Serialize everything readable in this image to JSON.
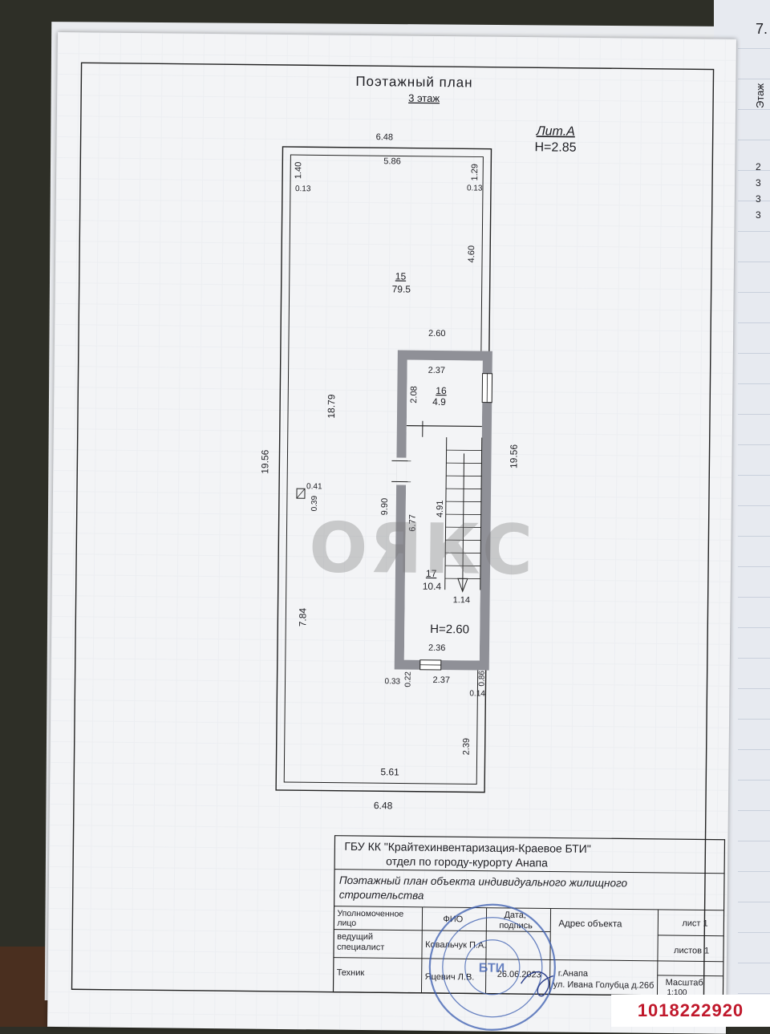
{
  "plan": {
    "title": "Поэтажный план",
    "floor": "3 этаж",
    "liter": "Лит.А",
    "height_main": "H=2.85",
    "height_stair": "H=2.60"
  },
  "dimensions": {
    "outer_top": "6.48",
    "inner_top": "5.86",
    "left_small_top": "1.40",
    "left_tiny": "0.13",
    "right_small_top": "1.29",
    "right_tiny": "0.13",
    "right_upper": "4.60",
    "stair_top": "2.60",
    "room16_width": "2.37",
    "room16_height": "2.08",
    "outer_left": "19.56",
    "inner_left_upper": "18.79",
    "inner_left_lower": "7.84",
    "outer_right": "19.56",
    "niche_w": "0.41",
    "niche_h": "0.39",
    "stair_left": "9.90",
    "stair_inner_left": "6.77",
    "stair_flight": "4.91",
    "stair_step": "1.14",
    "stair_bottom_inner": "2.36",
    "stair_bottom_outer": "2.37",
    "stair_wall_left": "0.33",
    "stair_wall_left2": "0.22",
    "stair_wall_right": "0.86",
    "stair_wall_right2": "0.14",
    "right_lower": "2.39",
    "inner_bottom": "5.61",
    "outer_bottom": "6.48"
  },
  "rooms": [
    {
      "number": "15",
      "area": "79.5"
    },
    {
      "number": "16",
      "area": "4.9"
    },
    {
      "number": "17",
      "area": "10.4"
    }
  ],
  "watermark": "ОЯКС",
  "title_block": {
    "org_line1": "ГБУ КК \"Крайтехинвентаризация-Краевое БТИ\"",
    "org_line2": "отдел по городу-курорту Анапа",
    "doc_line1": "Поэтажный план объекта индивидуального жилищного",
    "doc_line2": "строительства",
    "col_authorized_1": "Уполномоченное",
    "col_authorized_2": "лицо",
    "col_fio": "ФИО",
    "col_date_1": "Дата,",
    "col_date_2": "подпись",
    "col_address": "Адрес объекта",
    "row1_role_1": "ведущий",
    "row1_role_2": "специалист",
    "row1_name": "Ковальчук П.А.",
    "row2_role": "Техник",
    "row2_name": "Яцевич Л.В.",
    "row2_date": "26.06.2023",
    "address_1": "г.Анапа",
    "address_2": "ул. Ивана Голубца д.26б",
    "sheet": "лист 1",
    "sheets": "листов 1",
    "scale_label": "Масштаб",
    "scale_value": "1:100",
    "stamp_text": "БТИ"
  },
  "side_sheet": {
    "number": "7.",
    "label": "Этаж",
    "values": [
      "2",
      "3",
      "3",
      "3"
    ]
  },
  "listing_id": "1018222920"
}
